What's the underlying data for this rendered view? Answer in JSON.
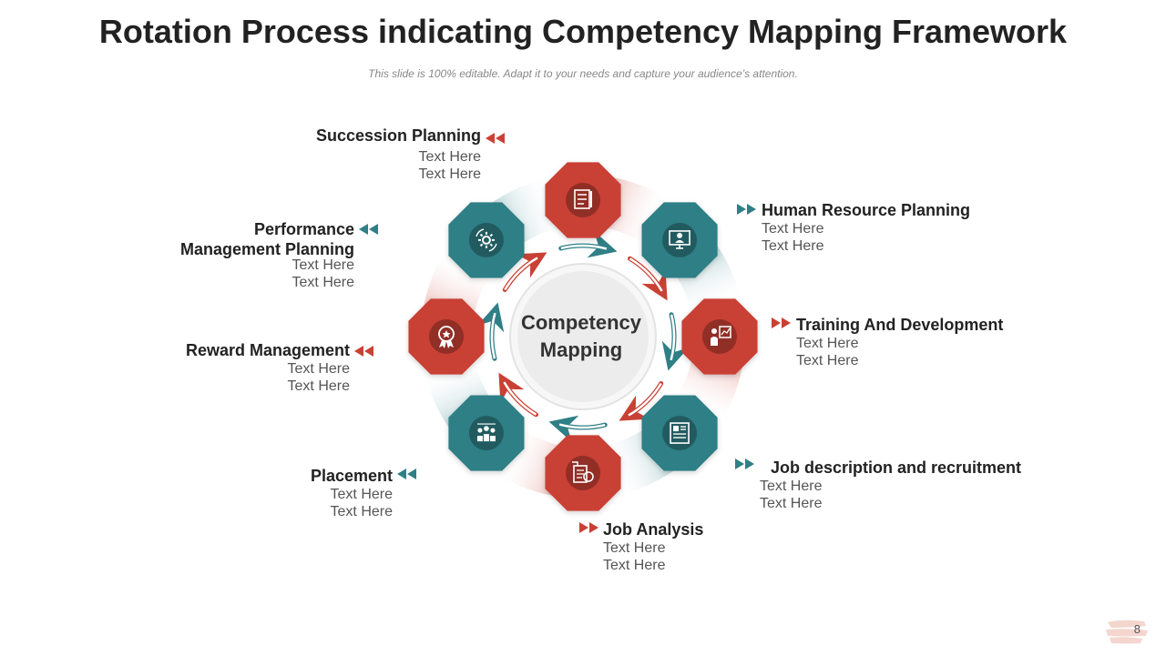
{
  "header": {
    "title": "Rotation Process indicating Competency Mapping Framework",
    "subtitle": "This slide is 100% editable. Adapt it to your needs and capture your audience’s attention."
  },
  "center": {
    "line1": "Competency",
    "line2": "Mapping"
  },
  "colors": {
    "red": "#c94134",
    "teal": "#2f7f86",
    "center_bg": "#ececec"
  },
  "nodes": [
    {
      "title": "Succession Planning",
      "line1": "Text Here",
      "line2": "Text Here",
      "icon": "document-checklist-icon",
      "color": "red"
    },
    {
      "title": "Human Resource Planning",
      "line1": "Text Here",
      "line2": "Text Here",
      "icon": "monitor-person-icon",
      "color": "teal"
    },
    {
      "title": "Training And Development",
      "line1": "Text Here",
      "line2": "Text Here",
      "icon": "presentation-board-icon",
      "color": "red"
    },
    {
      "title": "Job description and recruitment",
      "line1": "Text Here",
      "line2": "Text Here",
      "icon": "resume-document-icon",
      "color": "teal"
    },
    {
      "title": "Job Analysis",
      "line1": "Text Here",
      "line2": "Text Here",
      "icon": "analysis-report-icon",
      "color": "red"
    },
    {
      "title": "Placement",
      "line1": "Text Here",
      "line2": "Text Here",
      "icon": "people-group-icon",
      "color": "teal"
    },
    {
      "title": "Reward Management",
      "line1": "Text Here",
      "line2": "Text Here",
      "icon": "award-ribbon-icon",
      "color": "red"
    },
    {
      "title_line1": "Performance",
      "title_line2": "Management Planning",
      "line1": "Text Here",
      "line2": "Text Here",
      "icon": "gear-cycle-icon",
      "color": "teal"
    }
  ],
  "page_number": "8"
}
